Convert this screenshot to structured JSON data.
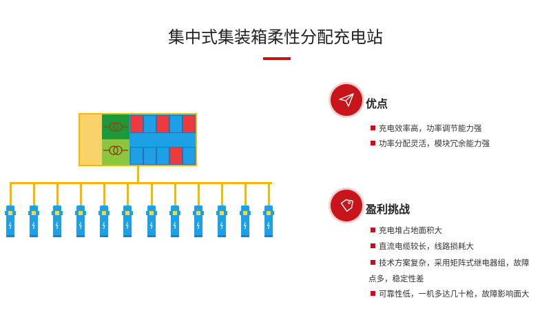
{
  "title": "集中式集装箱柔性分配充电站",
  "colors": {
    "accent": "#c0141b",
    "blue": "#1ea0e6",
    "yellow": "#f7c94e",
    "dark_green": "#1a9a3a",
    "light_green": "#8cc63f",
    "red": "#ec3a3f",
    "bus": "#f5b800"
  },
  "diagram": {
    "charger_count": 12,
    "top_row": [
      "red",
      "blue",
      "red",
      "blue",
      "red"
    ],
    "bottom_row": [
      "blue",
      "blue",
      "blue",
      "red",
      "blue"
    ]
  },
  "pros": {
    "icon": "paper-plane-icon",
    "heading": "优点",
    "items": [
      "充电效率高，功率调节能力强",
      "功率分配灵活，模块冗余能力强"
    ]
  },
  "cons": {
    "icon": "price-tag-icon",
    "heading": "盈利挑战",
    "items": [
      "充电堆占地面积大",
      "直流电缆较长，线路损耗大",
      "技术方案复杂，采用矩阵式继电器组，故障",
      "点多，稳定性差",
      "可靠性低，一机多达几十枪，故障影响面大"
    ]
  }
}
